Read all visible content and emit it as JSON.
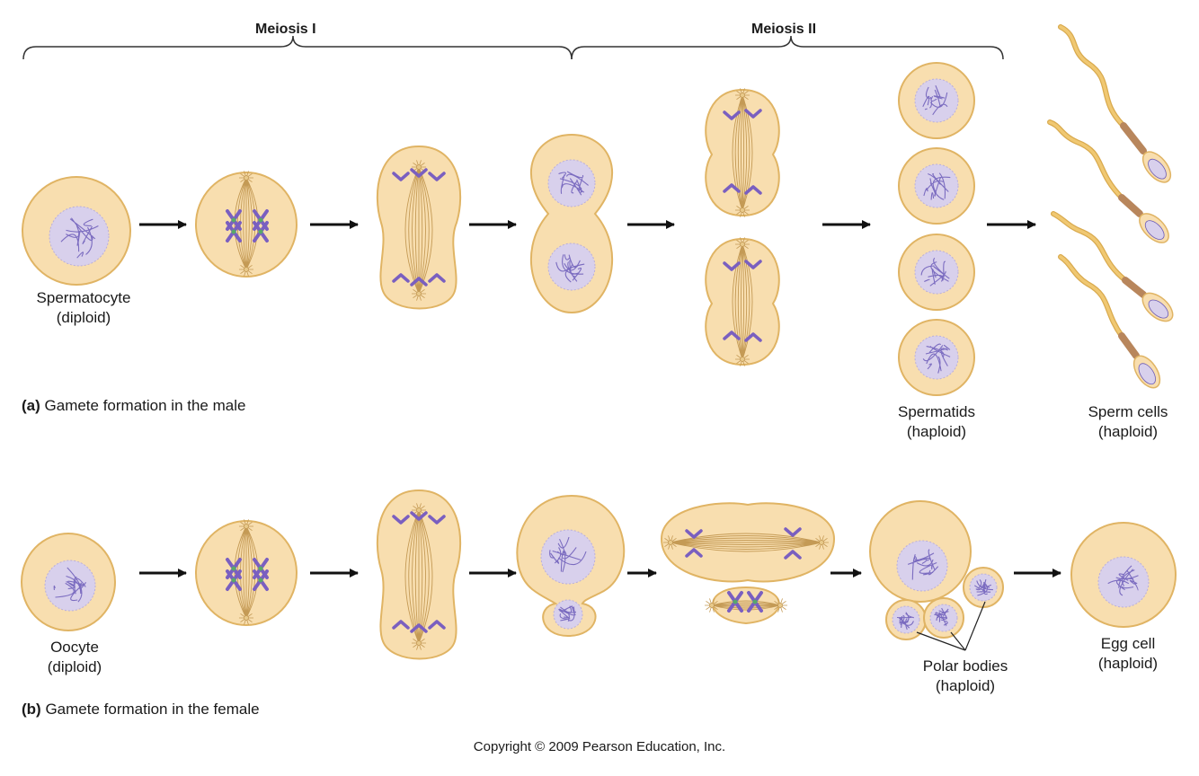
{
  "braces": {
    "meiosis1": "Meiosis I",
    "meiosis2": "Meiosis II"
  },
  "male": {
    "panel_letter": "(a)",
    "panel_caption": "Gamete formation in the male",
    "spermatocyte": {
      "line1": "Spermatocyte",
      "line2": "(diploid)"
    },
    "spermatids": {
      "line1": "Spermatids",
      "line2": "(haploid)"
    },
    "sperm": {
      "line1": "Sperm cells",
      "line2": "(haploid)"
    }
  },
  "female": {
    "panel_letter": "(b)",
    "panel_caption": "Gamete formation in the female",
    "oocyte": {
      "line1": "Oocyte",
      "line2": "(diploid)"
    },
    "polar": {
      "line1": "Polar bodies",
      "line2": "(haploid)"
    },
    "egg": {
      "line1": "Egg cell",
      "line2": "(haploid)"
    }
  },
  "copyright": "Copyright © 2009 Pearson Education, Inc.",
  "colors": {
    "cytoplasm": "#f8deaf",
    "membrane": "#e0b464",
    "nucleus": "#d8d0ec",
    "chromatin": "#6b5bb8",
    "chromosome": "#7a5fc0",
    "spindle": "#c49a55",
    "arrow": "#111111",
    "sperm_tail": "#f0c872",
    "midpiece": "#b8865c"
  }
}
